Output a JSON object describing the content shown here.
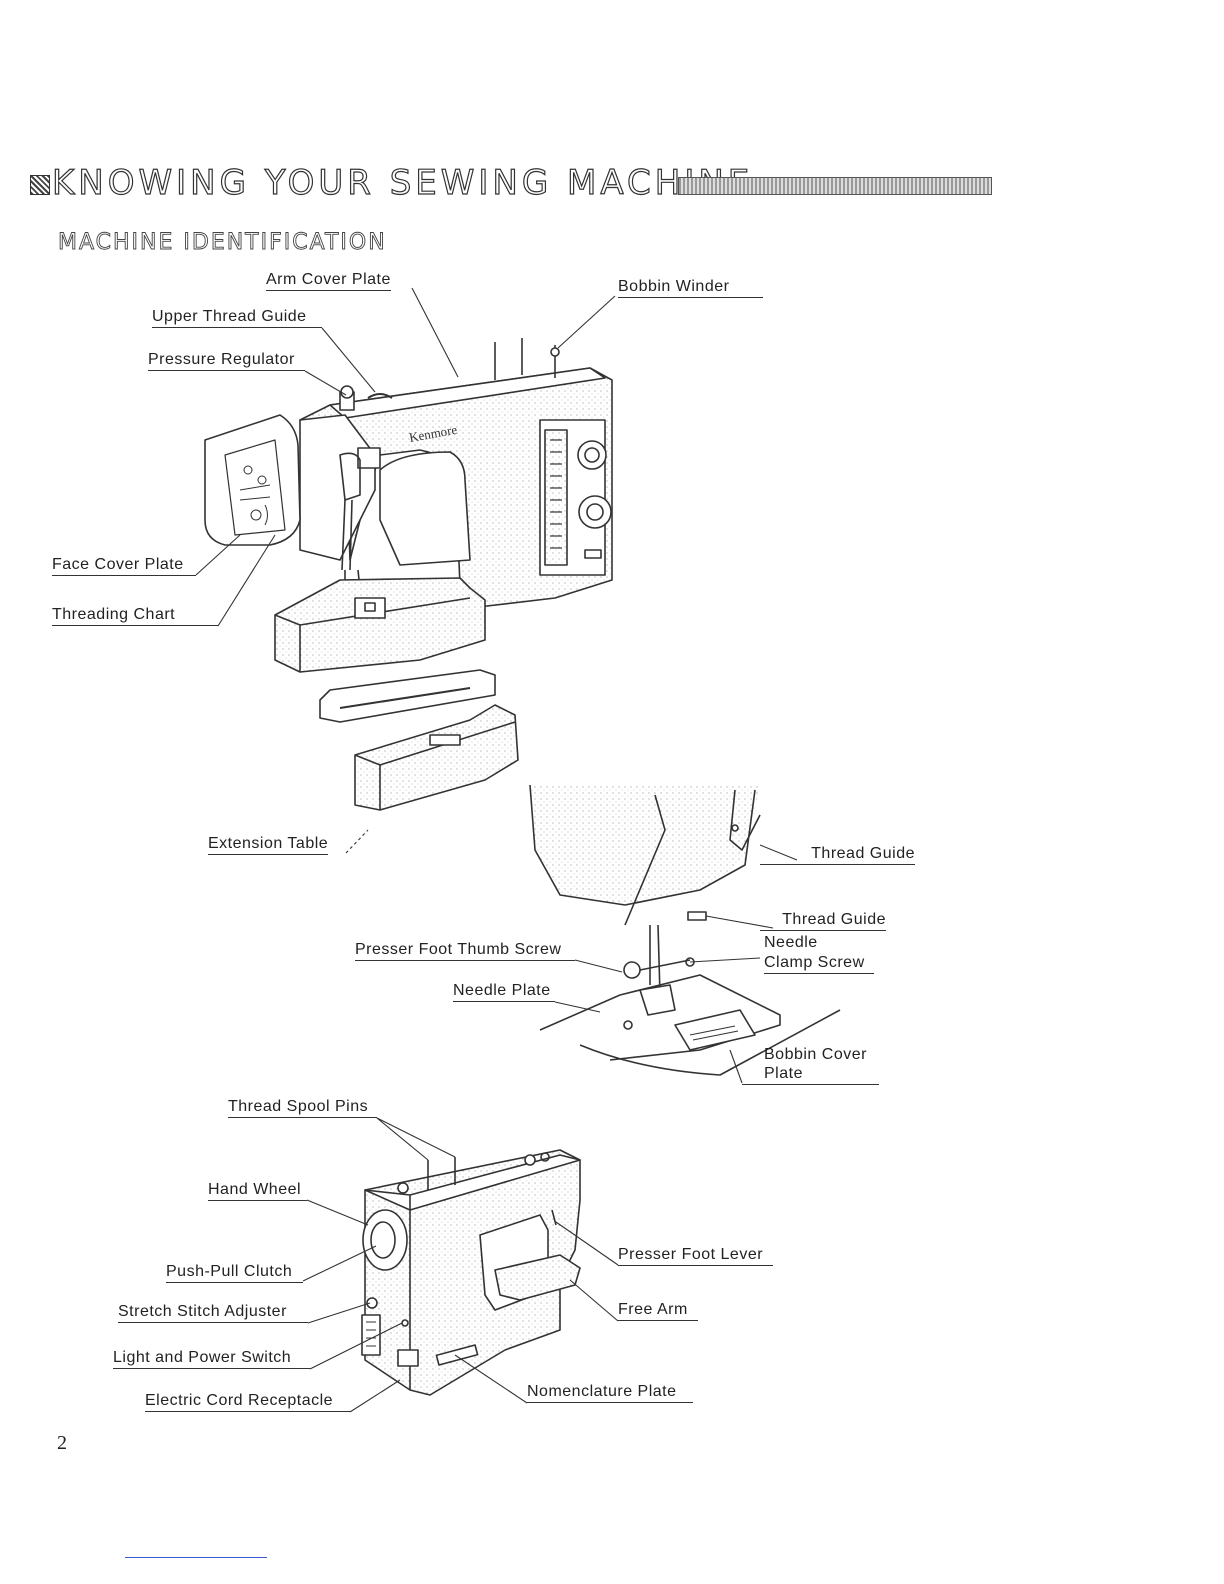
{
  "header": {
    "title": "KNOWING YOUR SEWING MACHINE"
  },
  "section": {
    "subtitle": "MACHINE IDENTIFICATION"
  },
  "labels": {
    "arm_cover_plate": "Arm Cover Plate",
    "bobbin_winder": "Bobbin Winder",
    "upper_thread_guide": "Upper Thread Guide",
    "pressure_regulator": "Pressure Regulator",
    "face_cover_plate": "Face Cover Plate",
    "threading_chart": "Threading Chart",
    "extension_table": "Extension Table",
    "thread_guide_1": "Thread Guide",
    "thread_guide_2": "Thread Guide",
    "needle_clamp_screw_line1": "Needle",
    "needle_clamp_screw_line2": "Clamp Screw",
    "presser_foot_thumb_screw": "Presser Foot Thumb Screw",
    "needle_plate": "Needle Plate",
    "bobbin_cover_plate_line1": "Bobbin Cover",
    "bobbin_cover_plate_line2": "Plate",
    "thread_spool_pins": "Thread Spool Pins",
    "hand_wheel": "Hand Wheel",
    "push_pull_clutch": "Push-Pull Clutch",
    "stretch_stitch_adjuster": "Stretch Stitch Adjuster",
    "light_and_power_switch": "Light and Power Switch",
    "electric_cord_receptacle": "Electric Cord Receptacle",
    "presser_foot_lever": "Presser Foot Lever",
    "free_arm": "Free Arm",
    "nomenclature_plate": "Nomenclature Plate"
  },
  "brand_on_machine": "Kenmore",
  "page_number": "2"
}
